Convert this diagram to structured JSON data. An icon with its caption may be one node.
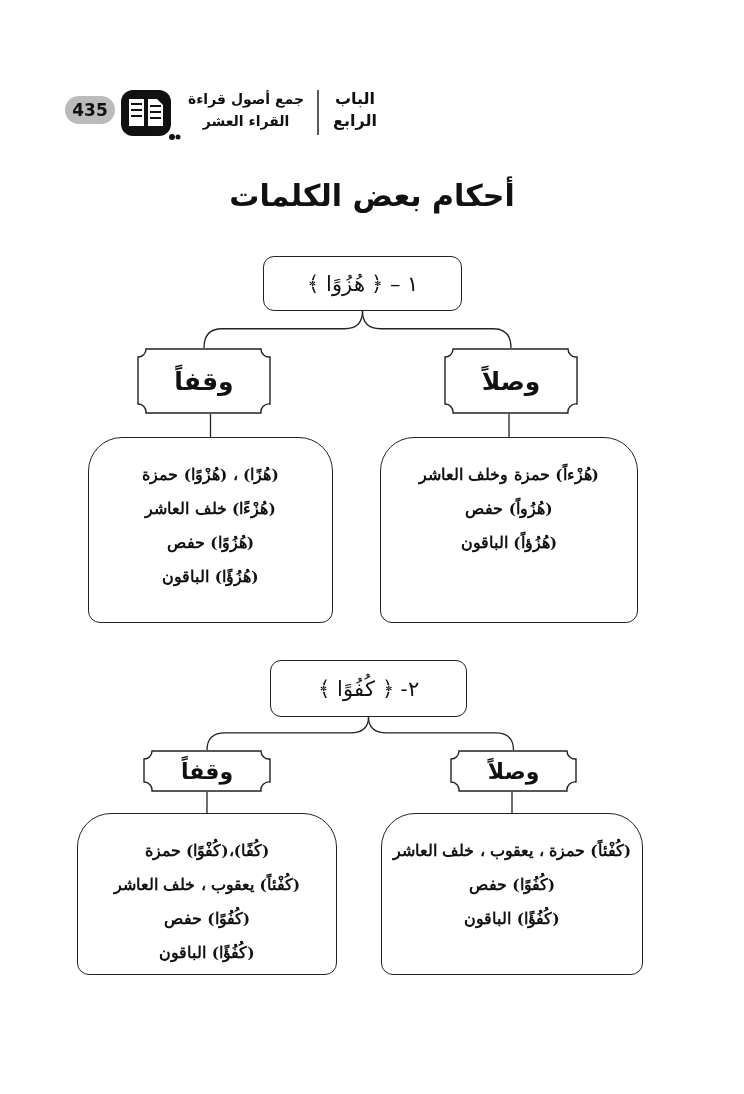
{
  "diagram": {
    "title": "أحكام بعض الكلمات",
    "nodes": [
      {
        "text": [
          "١ – ﴿ هُزُوًا ﴾"
        ]
      },
      {
        "text": [
          "وصلاً"
        ]
      },
      {
        "text": [
          "وقفاً"
        ]
      },
      {
        "text": [
          "(هُزْءاً) حمزة وخلف العاشر",
          "(هُزُواً) حفص",
          "(هُزُؤاً) الباقون"
        ]
      },
      {
        "text": [
          "(هُزًا) ، (هُزْوًا) حمزة",
          "(هُزْءًا) خلف العاشر",
          "(هُزُوًا) حفص",
          "(هُزُؤًا) الباقون"
        ]
      },
      {
        "text": [
          "٢- ﴿ كُفُوًا ﴾"
        ]
      },
      {
        "text": [
          "وصلاً"
        ]
      },
      {
        "text": [
          "وقفاً"
        ]
      },
      {
        "text": [
          "(كُفْئاً) حمزة ، يعقوب ، خلف العاشر",
          "(كُفُوًا) حفص",
          "(كُفُؤًا) الباقون"
        ]
      },
      {
        "text": [
          "(كُفًا)،(كُفْوًا) حمزة",
          "(كُفْئاً) يعقوب ، خلف العاشر",
          "(كُفُوًا) حفص",
          "(كُفُؤًا) الباقون"
        ]
      }
    ],
    "edges": [
      {
        "from": 0,
        "to": 1,
        "arrow": "none"
      },
      {
        "from": 0,
        "to": 2,
        "arrow": "none"
      },
      {
        "from": 1,
        "to": 3,
        "arrow": "none"
      },
      {
        "from": 2,
        "to": 4,
        "arrow": "none"
      },
      {
        "from": 5,
        "to": 6,
        "arrow": "none"
      },
      {
        "from": 5,
        "to": 7,
        "arrow": "none"
      },
      {
        "from": 6,
        "to": 8,
        "arrow": "none"
      },
      {
        "from": 7,
        "to": 9,
        "arrow": "none"
      }
    ],
    "labels": [
      "الباب الرابع",
      "جمع أصول قراءة القراء العشر",
      "435"
    ]
  }
}
